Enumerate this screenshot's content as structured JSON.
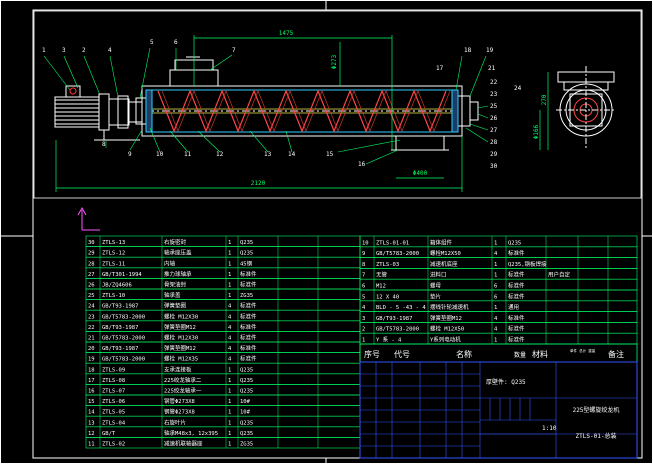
{
  "drawing": {
    "dims": {
      "top_length": "1475",
      "overall_length": "2120",
      "outlet_width": "Φ400",
      "vertical_dim": "Φ273",
      "side_height": "270",
      "side_lower": "Φ166"
    },
    "callouts_top": [
      "1",
      "3",
      "2",
      "4",
      "5",
      "6",
      "7"
    ],
    "callouts_right": [
      "18",
      "19",
      "17",
      "21",
      "22",
      "24",
      "23",
      "25",
      "26",
      "27",
      "28",
      "29",
      "30"
    ],
    "callouts_bottom": [
      "8",
      "9",
      "10",
      "11",
      "12",
      "13",
      "14",
      "15",
      "16"
    ]
  },
  "parts_left": [
    [
      "30",
      "ZTLS-13",
      "右旋密封",
      "1",
      "Q235"
    ],
    [
      "29",
      "ZTLS-12",
      "轴承座压盖",
      "1",
      "Q235"
    ],
    [
      "28",
      "ZTLS-11",
      "内轴",
      "1",
      "45钢"
    ],
    [
      "27",
      "GB/T301-1994",
      "推力球轴承",
      "1",
      "标准件"
    ],
    [
      "26",
      "JB/ZQ4606",
      "骨架油封",
      "1",
      "标准件"
    ],
    [
      "25",
      "ZTLS-10",
      "轴承盖",
      "1",
      "ZG35"
    ],
    [
      "24",
      "GB/T93-1987",
      "弹簧垫圈",
      "4",
      "标准件"
    ],
    [
      "23",
      "GB/T5783-2000",
      "螺栓 M12X30",
      "4",
      "标准件"
    ],
    [
      "22",
      "GB/T93-1987",
      "弹簧垫圈M12",
      "4",
      "标准件"
    ],
    [
      "21",
      "GB/T5783-2000",
      "螺栓 M12X30",
      "4",
      "标准件"
    ],
    [
      "20",
      "GB/T93-1987",
      "弹簧垫圈M12",
      "4",
      "标准件"
    ],
    [
      "19",
      "GB/T5783-2000",
      "螺栓 M12X35",
      "4",
      "标准件"
    ],
    [
      "18",
      "ZTLS-09",
      "支承连接板",
      "1",
      "Q235"
    ],
    [
      "17",
      "ZTLS-08",
      "225绞龙轴承二",
      "1",
      "Q235"
    ],
    [
      "16",
      "ZTLS-07",
      "225绞龙轴承一",
      "1",
      "Q235"
    ],
    [
      "15",
      "ZTLS-06",
      "钢管Φ273X8",
      "1",
      "10#"
    ],
    [
      "14",
      "ZTLS-05",
      "钢管Φ273X8",
      "1",
      "10#"
    ],
    [
      "13",
      "ZTLS-04",
      "右旋叶片",
      "1",
      "Q235"
    ],
    [
      "12",
      "GB/T",
      "轴承M48x3, 12x395",
      "1",
      "Q235"
    ],
    [
      "11",
      "ZTLS-02",
      "减速机联轴器座",
      "1",
      "ZG35"
    ]
  ],
  "parts_right": [
    [
      "10",
      "ZTLS-01-01",
      "箱体组件",
      "1",
      "Q235"
    ],
    [
      "9",
      "GB/T5783-2000",
      "螺栓M12X50",
      "4",
      "标准件"
    ],
    [
      "8",
      "ZTLS-03",
      "减速机底座",
      "1",
      "Q235,钢板焊接"
    ],
    [
      "7",
      "无管",
      "进料口",
      "1",
      "标准件",
      "用户自定"
    ],
    [
      "6",
      "M12",
      "螺母",
      "6",
      "标准件"
    ],
    [
      "5",
      "12 X 40",
      "垫片",
      "6",
      "标准件"
    ],
    [
      "4",
      "BLD - 5 -43 - 4",
      "摆线针轮减速机",
      "1",
      "通用"
    ],
    [
      "3",
      "GB/T93-1987",
      "弹簧垫圈M12",
      "4",
      "标准件"
    ],
    [
      "2",
      "GB/T5783-2000",
      "螺栓 M12X50",
      "4",
      "标准件"
    ],
    [
      "1",
      "Y 系 - 4",
      "Y系列电动机",
      "1",
      "标准件"
    ]
  ],
  "parts_header": {
    "seq": "序号",
    "code": "代号",
    "name": "名称",
    "qty": "数量",
    "material": "材料",
    "weight": "单件 总计 重量",
    "remark": "备注"
  },
  "title_block": {
    "material_note": "厚壁件: Q235",
    "product_name": "225型螺旋绞龙机",
    "scale": "1:10",
    "drawing_no": "ZTLS-01-总装"
  }
}
